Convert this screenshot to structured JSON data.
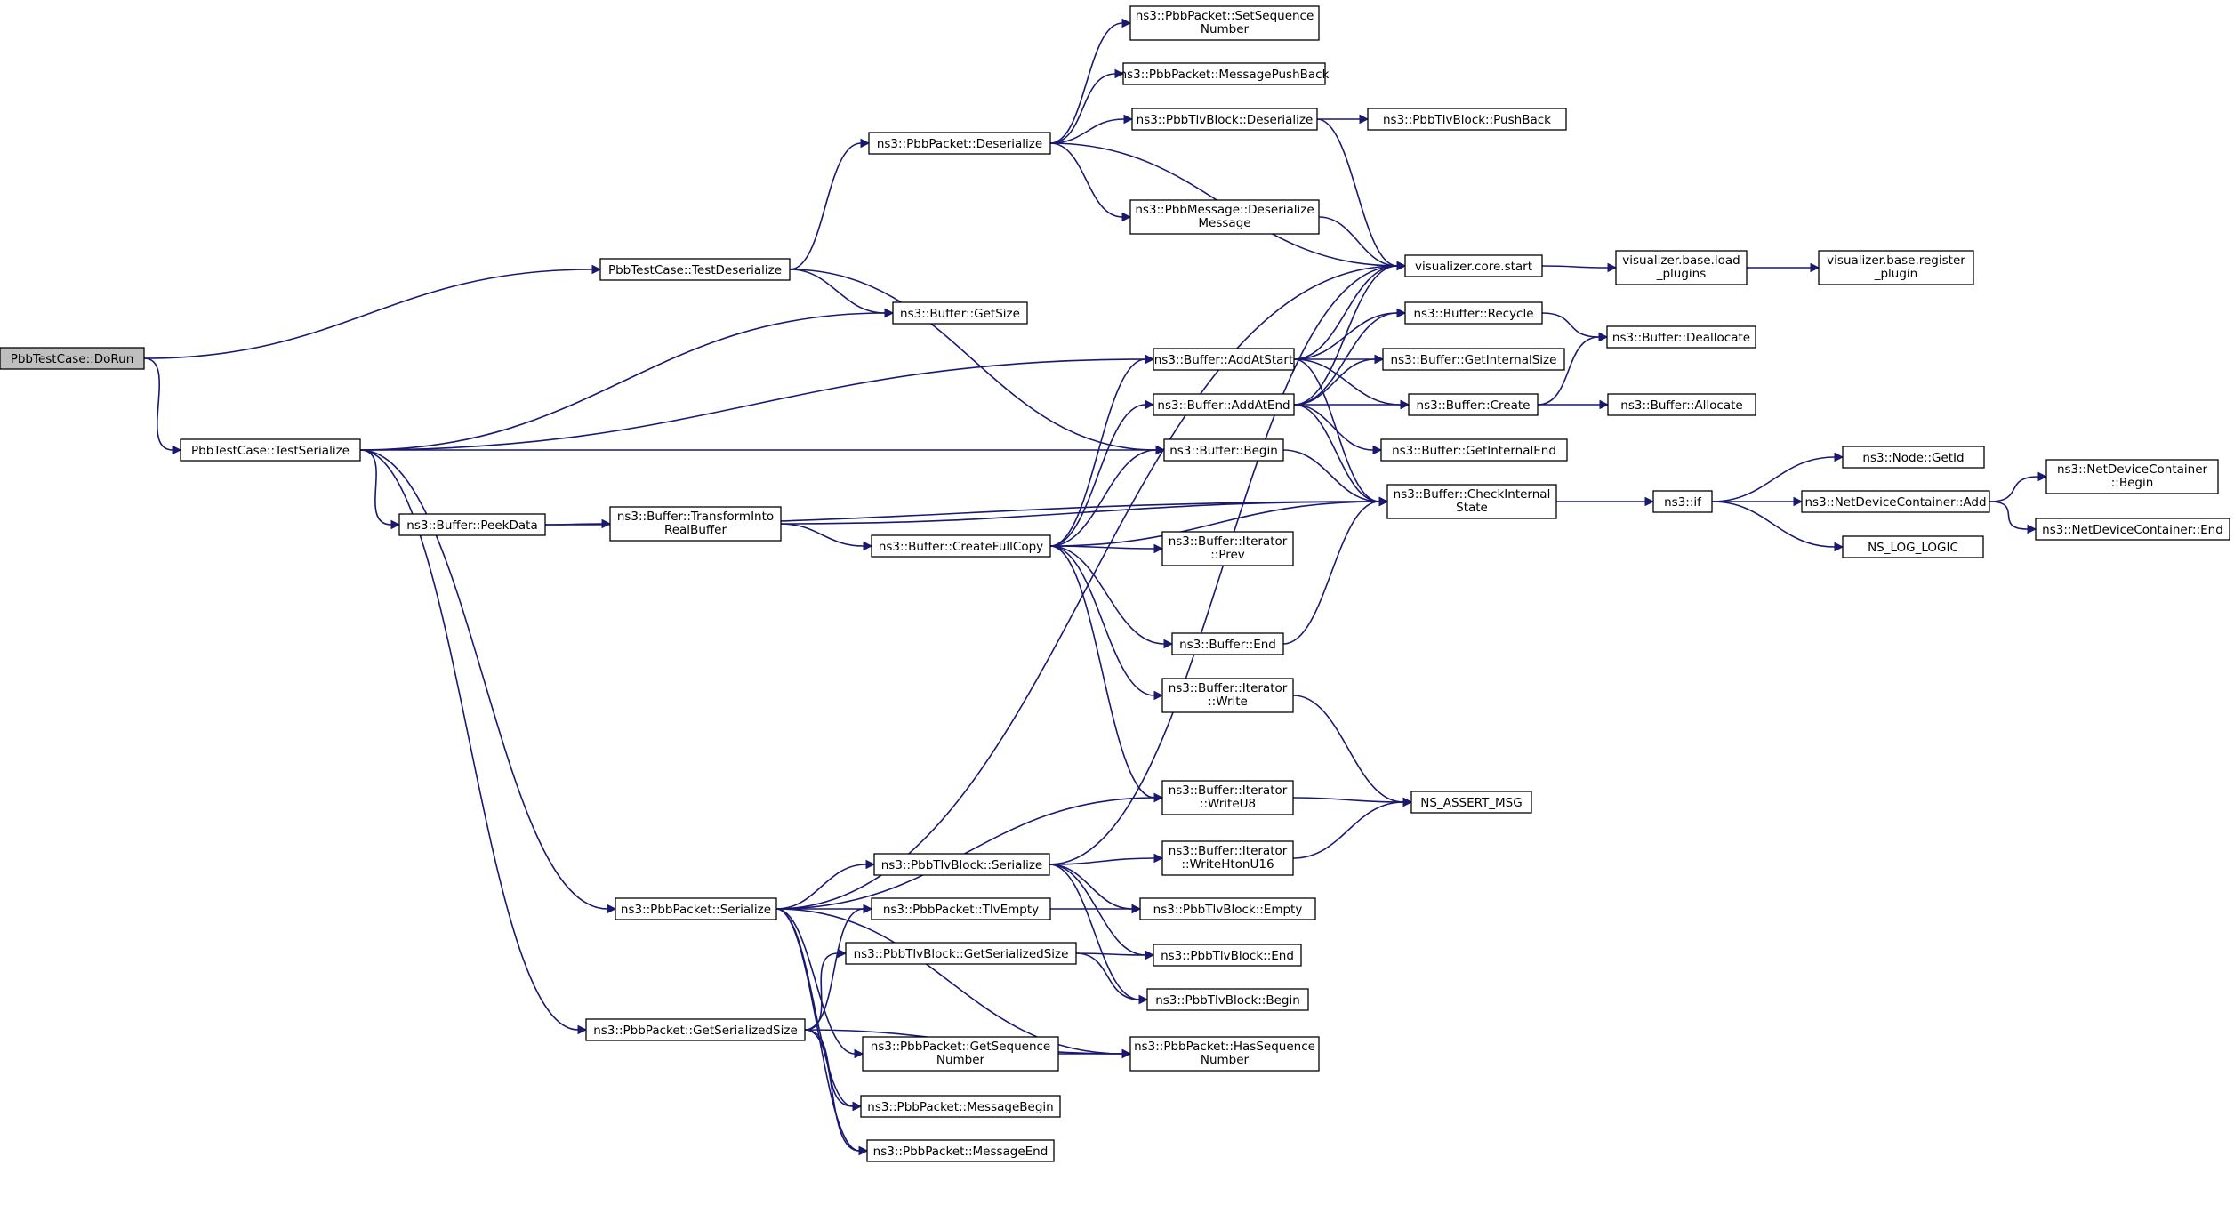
{
  "colors": {
    "edge": "#191970",
    "node_border": "#000000",
    "root_fill": "#bfbfbf",
    "background": "#ffffff"
  },
  "nodes": {
    "dorun": [
      "PbbTestCase::DoRun"
    ],
    "testdeser": [
      "PbbTestCase::TestDeserialize"
    ],
    "testser": [
      "PbbTestCase::TestSerialize"
    ],
    "pktdeser": [
      "ns3::PbbPacket::Deserialize"
    ],
    "setseq": [
      "ns3::PbbPacket::SetSequence",
      "Number"
    ],
    "msgpush": [
      "ns3::PbbPacket::MessagePushBack"
    ],
    "tlvdeser": [
      "ns3::PbbTlvBlock::Deserialize"
    ],
    "tlvpush": [
      "ns3::PbbTlvBlock::PushBack"
    ],
    "msgdeser": [
      "ns3::PbbMessage::Deserialize",
      "Message"
    ],
    "vstart": [
      "visualizer.core.start"
    ],
    "vload": [
      "visualizer.base.load",
      "_plugins"
    ],
    "vreg": [
      "visualizer.base.register",
      "_plugin"
    ],
    "getsize": [
      "ns3::Buffer::GetSize"
    ],
    "recycle": [
      "ns3::Buffer::Recycle"
    ],
    "dealloc": [
      "ns3::Buffer::Deallocate"
    ],
    "addstart": [
      "ns3::Buffer::AddAtStart"
    ],
    "getintsize": [
      "ns3::Buffer::GetInternalSize"
    ],
    "addend": [
      "ns3::Buffer::AddAtEnd"
    ],
    "create": [
      "ns3::Buffer::Create"
    ],
    "alloc": [
      "ns3::Buffer::Allocate"
    ],
    "getintend": [
      "ns3::Buffer::GetInternalEnd"
    ],
    "begin": [
      "ns3::Buffer::Begin"
    ],
    "checkint": [
      "ns3::Buffer::CheckInternal",
      "State"
    ],
    "nsif": [
      "ns3::if"
    ],
    "nodegetid": [
      "ns3::Node::GetId"
    ],
    "ndcadd": [
      "ns3::NetDeviceContainer::Add"
    ],
    "ndcbegin": [
      "ns3::NetDeviceContainer",
      "::Begin"
    ],
    "ndcend": [
      "ns3::NetDeviceContainer::End"
    ],
    "nslog": [
      "NS_LOG_LOGIC"
    ],
    "peek": [
      "ns3::Buffer::PeekData"
    ],
    "transform": [
      "ns3::Buffer::TransformInto",
      "RealBuffer"
    ],
    "fullcopy": [
      "ns3::Buffer::CreateFullCopy"
    ],
    "itprev": [
      "ns3::Buffer::Iterator",
      "::Prev"
    ],
    "bufend": [
      "ns3::Buffer::End"
    ],
    "itwrite": [
      "ns3::Buffer::Iterator",
      "::Write"
    ],
    "itwriteu8": [
      "ns3::Buffer::Iterator",
      "::WriteU8"
    ],
    "nsassert": [
      "NS_ASSERT_MSG"
    ],
    "tlvser": [
      "ns3::PbbTlvBlock::Serialize"
    ],
    "itwritehton": [
      "ns3::Buffer::Iterator",
      "::WriteHtonU16"
    ],
    "pktser": [
      "ns3::PbbPacket::Serialize"
    ],
    "tlvempty": [
      "ns3::PbbPacket::TlvEmpty"
    ],
    "tlvblkempty": [
      "ns3::PbbTlvBlock::Empty"
    ],
    "tlvgss": [
      "ns3::PbbTlvBlock::GetSerializedSize"
    ],
    "tlvend": [
      "ns3::PbbTlvBlock::End"
    ],
    "tlvbegin": [
      "ns3::PbbTlvBlock::Begin"
    ],
    "pktgss": [
      "ns3::PbbPacket::GetSerializedSize"
    ],
    "getseq": [
      "ns3::PbbPacket::GetSequence",
      "Number"
    ],
    "hasseq": [
      "ns3::PbbPacket::HasSequence",
      "Number"
    ],
    "msgbegin": [
      "ns3::PbbPacket::MessageBegin"
    ],
    "msgend": [
      "ns3::PbbPacket::MessageEnd"
    ]
  },
  "edges": [
    [
      "dorun",
      "testdeser"
    ],
    [
      "dorun",
      "testser"
    ],
    [
      "testdeser",
      "pktdeser"
    ],
    [
      "testdeser",
      "getsize"
    ],
    [
      "testdeser",
      "begin"
    ],
    [
      "pktdeser",
      "setseq"
    ],
    [
      "pktdeser",
      "msgpush"
    ],
    [
      "pktdeser",
      "tlvdeser"
    ],
    [
      "pktdeser",
      "msgdeser"
    ],
    [
      "pktdeser",
      "vstart"
    ],
    [
      "tlvdeser",
      "tlvpush"
    ],
    [
      "tlvdeser",
      "vstart"
    ],
    [
      "msgdeser",
      "vstart"
    ],
    [
      "vstart",
      "vload"
    ],
    [
      "vload",
      "vreg"
    ],
    [
      "testser",
      "getsize"
    ],
    [
      "testser",
      "addstart"
    ],
    [
      "testser",
      "begin"
    ],
    [
      "testser",
      "peek"
    ],
    [
      "testser",
      "pktser"
    ],
    [
      "testser",
      "pktgss"
    ],
    [
      "addstart",
      "vstart"
    ],
    [
      "addstart",
      "recycle"
    ],
    [
      "addstart",
      "getintsize"
    ],
    [
      "addstart",
      "create"
    ],
    [
      "addstart",
      "checkint"
    ],
    [
      "addend",
      "vstart"
    ],
    [
      "addend",
      "recycle"
    ],
    [
      "addend",
      "getintsize"
    ],
    [
      "addend",
      "create"
    ],
    [
      "addend",
      "getintend"
    ],
    [
      "addend",
      "checkint"
    ],
    [
      "recycle",
      "dealloc"
    ],
    [
      "create",
      "dealloc"
    ],
    [
      "create",
      "alloc"
    ],
    [
      "begin",
      "checkint"
    ],
    [
      "checkint",
      "nsif"
    ],
    [
      "nsif",
      "nodegetid"
    ],
    [
      "nsif",
      "ndcadd"
    ],
    [
      "nsif",
      "nslog"
    ],
    [
      "ndcadd",
      "ndcbegin"
    ],
    [
      "ndcadd",
      "ndcend"
    ],
    [
      "peek",
      "transform"
    ],
    [
      "peek",
      "checkint"
    ],
    [
      "transform",
      "checkint"
    ],
    [
      "transform",
      "fullcopy"
    ],
    [
      "fullcopy",
      "addstart"
    ],
    [
      "fullcopy",
      "addend"
    ],
    [
      "fullcopy",
      "begin"
    ],
    [
      "fullcopy",
      "checkint"
    ],
    [
      "fullcopy",
      "itprev"
    ],
    [
      "fullcopy",
      "bufend"
    ],
    [
      "fullcopy",
      "itwrite"
    ],
    [
      "fullcopy",
      "itwriteu8"
    ],
    [
      "bufend",
      "checkint"
    ],
    [
      "itwrite",
      "nsassert"
    ],
    [
      "itwriteu8",
      "nsassert"
    ],
    [
      "itwritehton",
      "nsassert"
    ],
    [
      "pktser",
      "vstart"
    ],
    [
      "pktser",
      "itwriteu8"
    ],
    [
      "pktser",
      "tlvser"
    ],
    [
      "pktser",
      "tlvempty"
    ],
    [
      "pktser",
      "getseq"
    ],
    [
      "pktser",
      "hasseq"
    ],
    [
      "pktser",
      "msgbegin"
    ],
    [
      "pktser",
      "msgend"
    ],
    [
      "tlvser",
      "vstart"
    ],
    [
      "tlvser",
      "itwritehton"
    ],
    [
      "tlvser",
      "tlvblkempty"
    ],
    [
      "tlvser",
      "tlvend"
    ],
    [
      "tlvser",
      "tlvbegin"
    ],
    [
      "tlvempty",
      "tlvblkempty"
    ],
    [
      "tlvgss",
      "tlvend"
    ],
    [
      "tlvgss",
      "tlvbegin"
    ],
    [
      "pktgss",
      "tlvempty"
    ],
    [
      "pktgss",
      "tlvgss"
    ],
    [
      "pktgss",
      "hasseq"
    ],
    [
      "pktgss",
      "msgbegin"
    ],
    [
      "pktgss",
      "msgend"
    ],
    [
      "getseq",
      "hasseq"
    ]
  ]
}
